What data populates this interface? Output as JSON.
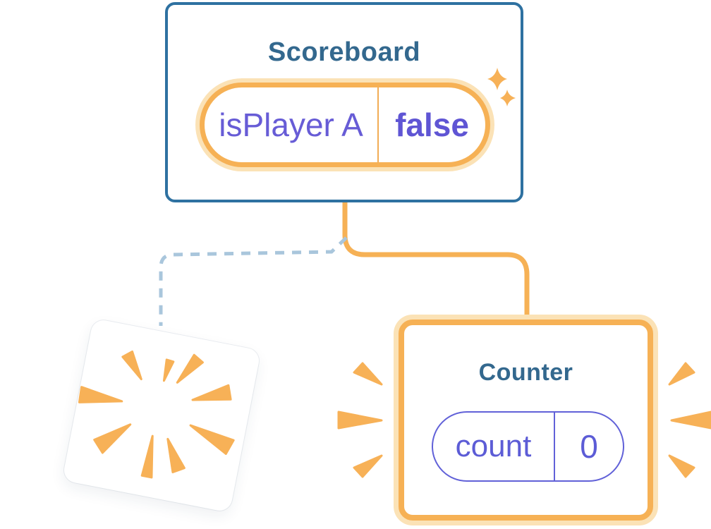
{
  "scoreboard": {
    "title": "Scoreboard",
    "state_name": "isPlayer A",
    "state_value": "false"
  },
  "counter": {
    "title": "Counter",
    "state_name": "count",
    "state_value": "0"
  },
  "icons": [
    "sparkles-icon",
    "poof-burst-icon",
    "emphasis-rays-icon"
  ],
  "colors": {
    "card_border_blue": "#2E71A1",
    "title_blue": "#33688E",
    "state_purple": "#675CD6",
    "state_value_purple": "#5F55D4",
    "counter_purple": "#5C5CD6",
    "counter_pill_border": "#6161D8",
    "orange": "#F6B155",
    "orange_halo": "#FBE2B6",
    "burst_orange": "#F7B157",
    "dashed_line_blue": "#A9C6DC",
    "background": "#FFFFFF"
  }
}
